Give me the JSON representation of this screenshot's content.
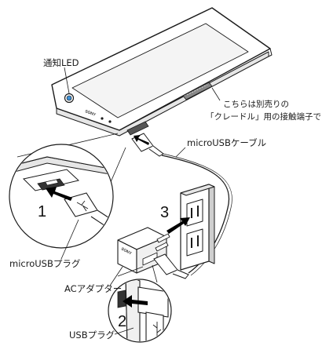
{
  "labels": {
    "notify_led": "通知LED",
    "cradle_note_line1": "こちらは別売りの",
    "cradle_note_line2": "「クレードル」用の接触端子です。",
    "microusb_cable": "microUSBケーブル",
    "microusb_plug": "microUSBプラグ",
    "ac_adapter": "ACアダプター",
    "usb_plug": "USBプラグ"
  },
  "steps": [
    "1",
    "2",
    "3"
  ],
  "brand_marks": [
    "SONY",
    "SONY"
  ],
  "icons": [
    "phone-device",
    "notification-led",
    "cradle-contact",
    "microusb-port",
    "microusb-plug",
    "ac-adapter",
    "wall-outlet",
    "usb-plug",
    "direction-arrow",
    "usb-symbol"
  ],
  "colors": {
    "line": "#1a1a1a",
    "device_fill": "#ffffff",
    "screen_fill": "#f4f4f4",
    "shade": "#cfcfcf",
    "arrow": "#000000"
  }
}
